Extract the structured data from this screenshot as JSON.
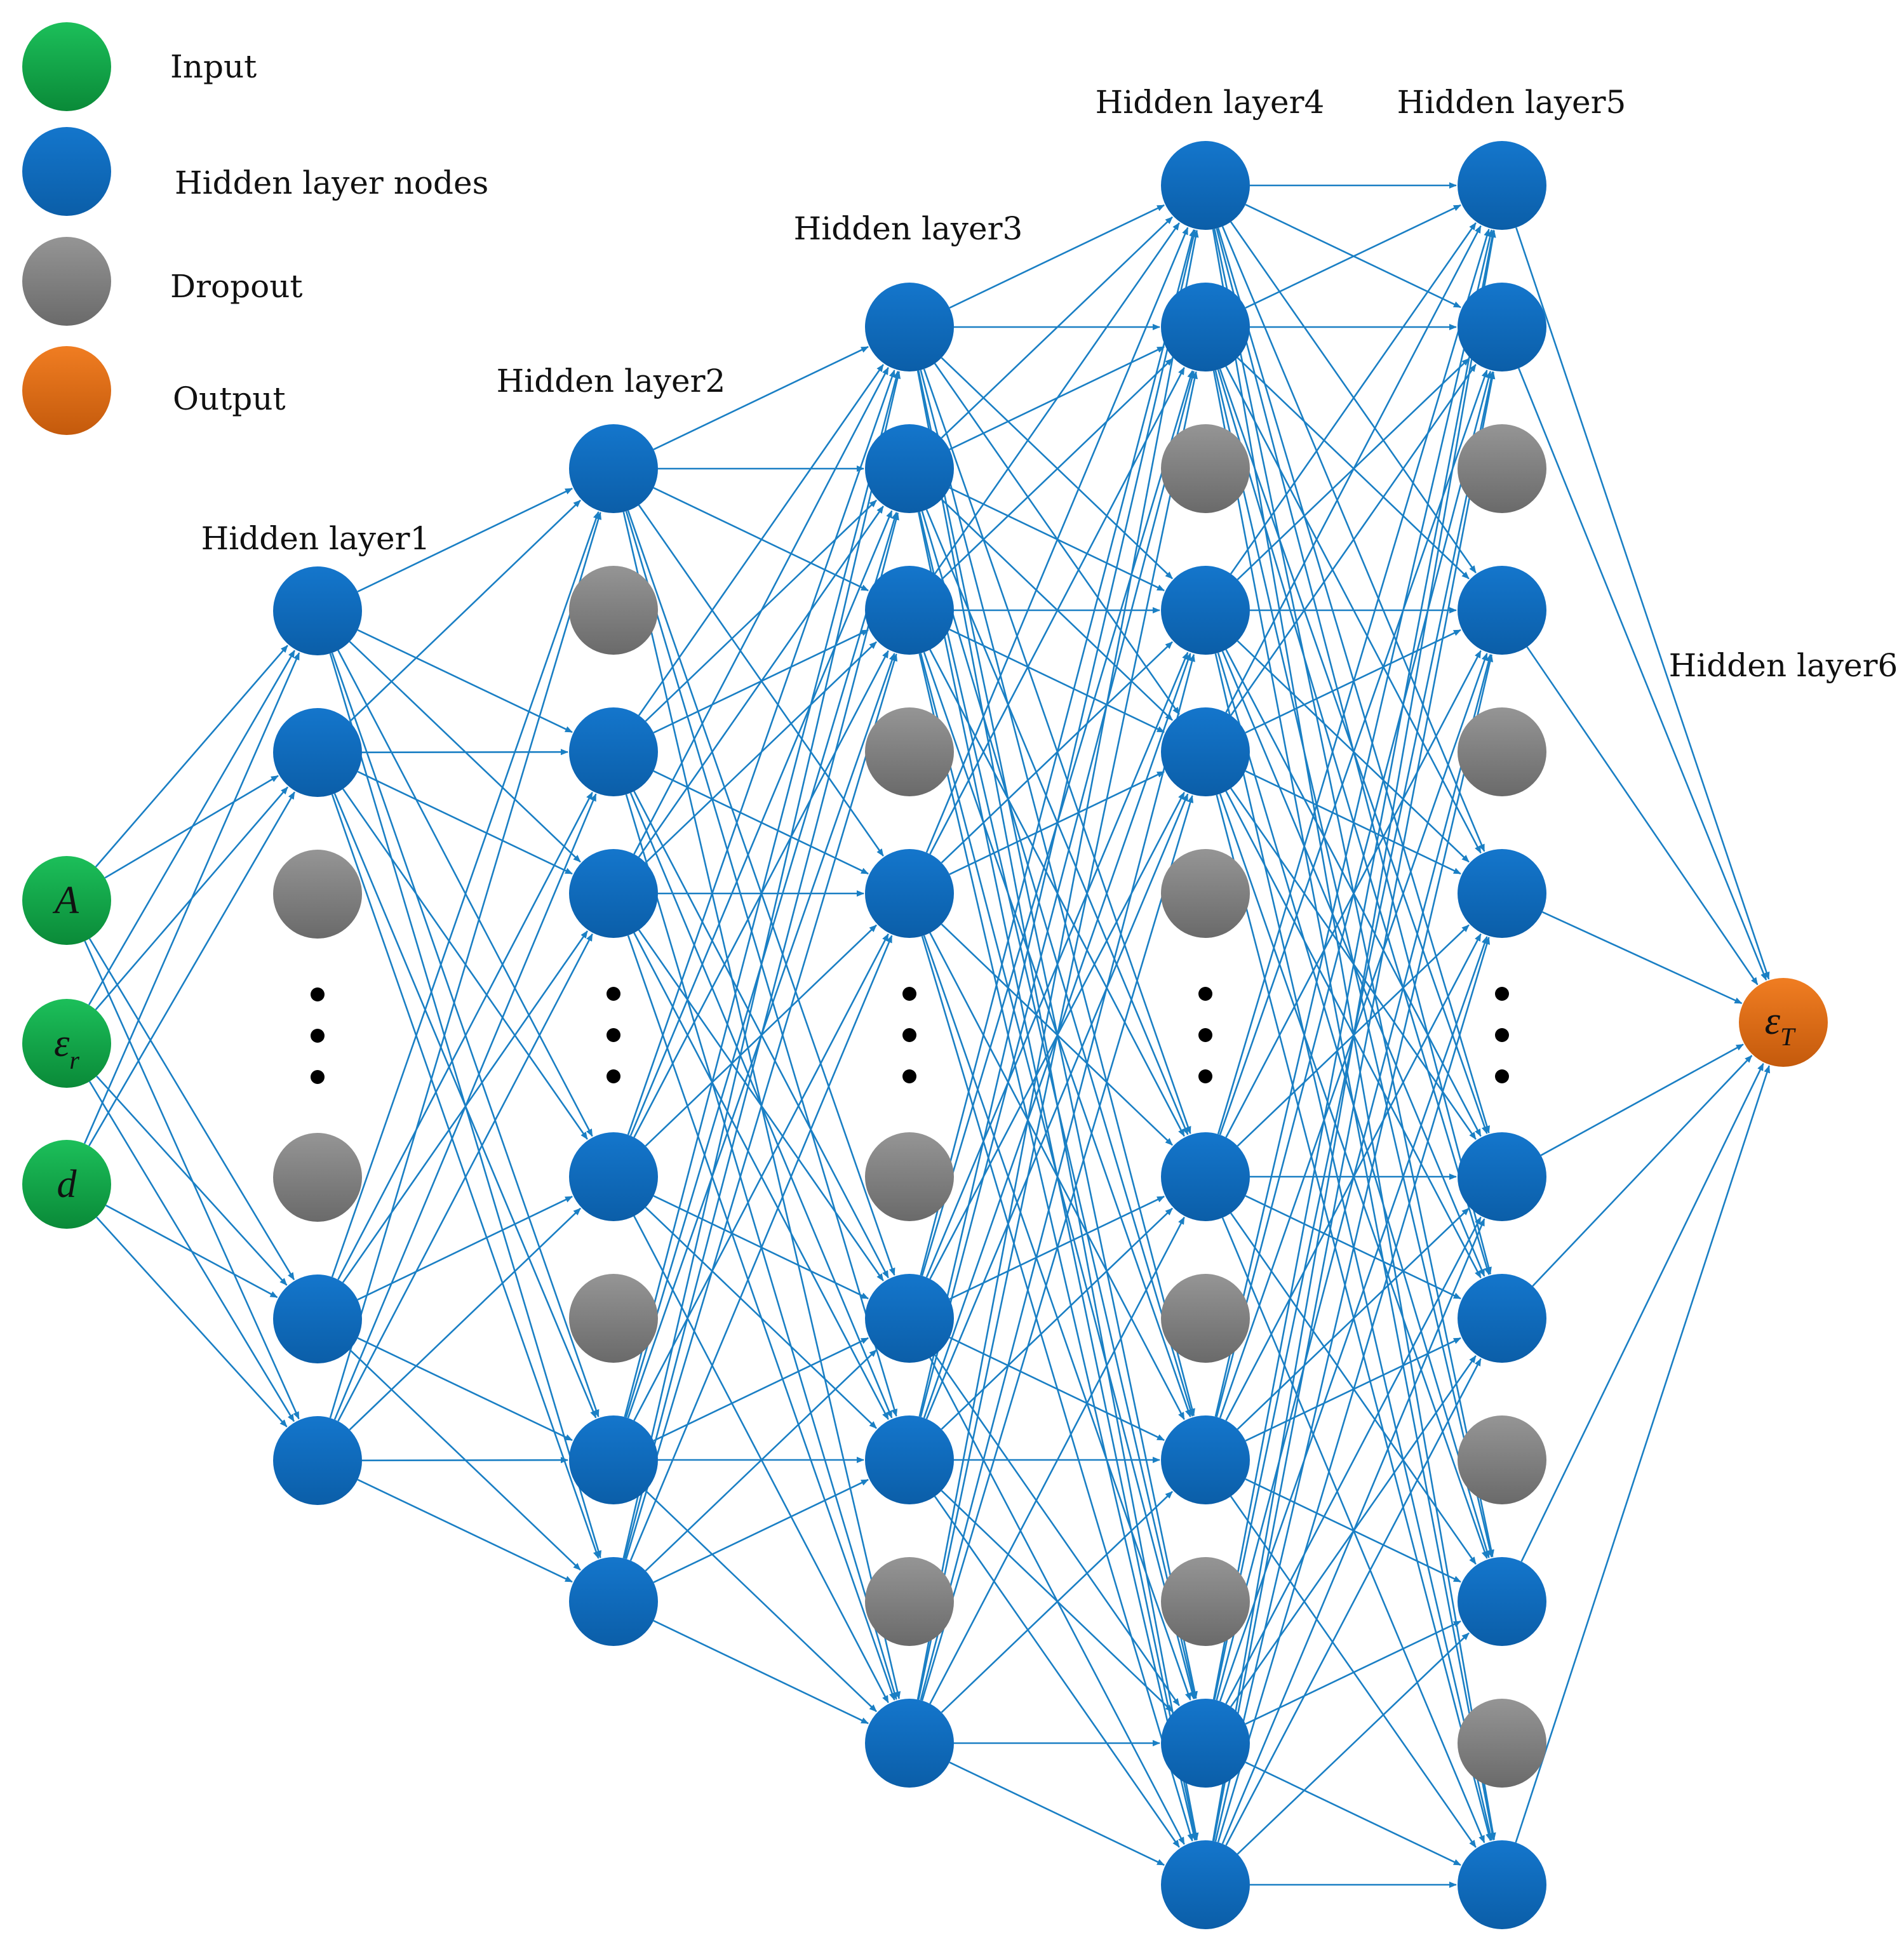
{
  "legend": {
    "items": [
      {
        "key": "input",
        "label": "Input",
        "color": "input"
      },
      {
        "key": "hidden",
        "label": "Hidden layer nodes",
        "color": "hidden"
      },
      {
        "key": "dropout",
        "label": "Dropout",
        "color": "dropout"
      },
      {
        "key": "output",
        "label": "Output",
        "color": "output"
      }
    ]
  },
  "colors": {
    "input": "#12a84a",
    "input_dark": "#0a8a38",
    "hidden": "#1070c4",
    "hidden_dark": "#0b5ea8",
    "dropout": "#8a8a8a",
    "dropout_dark": "#6a6a6a",
    "output": "#e0711c",
    "output_dark": "#c45a0c",
    "edge": "#1a7fc4"
  },
  "input_layer": {
    "nodes": [
      {
        "label": "A",
        "subscript": ""
      },
      {
        "label": "ε",
        "subscript": "r"
      },
      {
        "label": "d",
        "subscript": ""
      }
    ]
  },
  "hidden_layers": [
    {
      "title": "Hidden layer1",
      "slots": [
        "hidden",
        "hidden",
        "dropout",
        "dots",
        "dropout",
        "hidden",
        "hidden"
      ]
    },
    {
      "title": "Hidden layer2",
      "slots": [
        "hidden",
        "dropout",
        "hidden",
        "hidden",
        "dots",
        "hidden",
        "dropout",
        "hidden",
        "hidden"
      ]
    },
    {
      "title": "Hidden layer3",
      "slots": [
        "hidden",
        "hidden",
        "hidden",
        "dropout",
        "hidden",
        "dots",
        "dropout",
        "hidden",
        "hidden",
        "dropout",
        "hidden"
      ]
    },
    {
      "title": "Hidden layer4",
      "slots": [
        "hidden",
        "hidden",
        "dropout",
        "hidden",
        "hidden",
        "dropout",
        "dots",
        "hidden",
        "dropout",
        "hidden",
        "dropout",
        "hidden",
        "hidden"
      ]
    },
    {
      "title": "Hidden layer5",
      "slots": [
        "hidden",
        "hidden",
        "dropout",
        "hidden",
        "dropout",
        "hidden",
        "dots",
        "hidden",
        "hidden",
        "dropout",
        "hidden",
        "dropout",
        "hidden"
      ]
    },
    {
      "title": "Hidden layer6",
      "slots": []
    }
  ],
  "output_layer": {
    "nodes": [
      {
        "label": "ε",
        "subscript": "T"
      }
    ]
  }
}
